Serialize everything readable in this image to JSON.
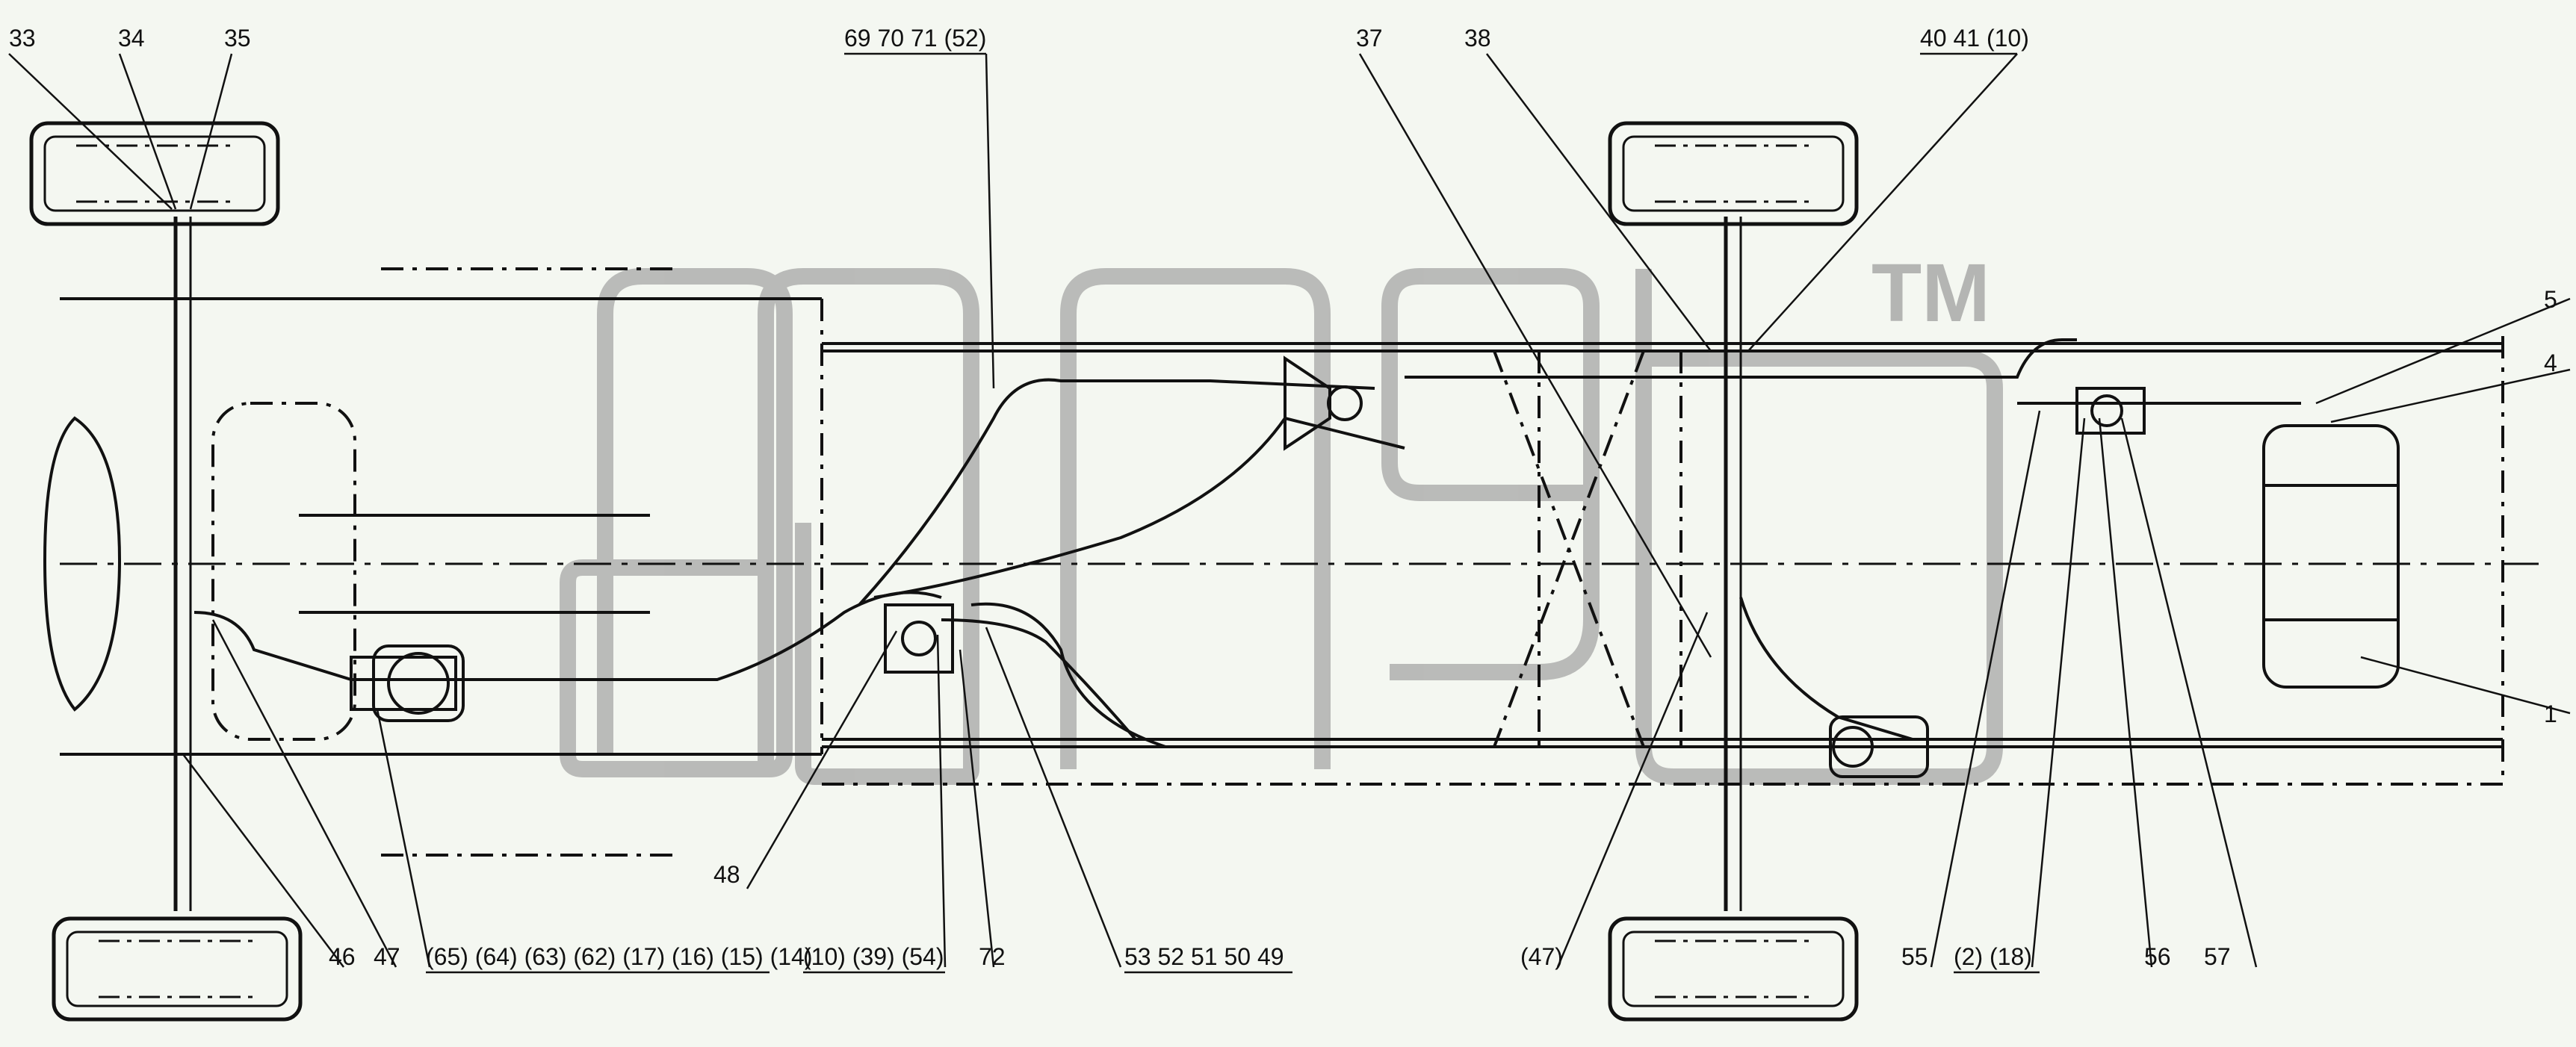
{
  "watermark": {
    "brand": "",
    "tm": "TM"
  },
  "callouts": [
    {
      "id": "c33",
      "label": "33"
    },
    {
      "id": "c34",
      "label": "34"
    },
    {
      "id": "c35",
      "label": "35"
    },
    {
      "id": "c6970",
      "label": "69 70 71 (52)"
    },
    {
      "id": "c37",
      "label": "37"
    },
    {
      "id": "c38",
      "label": "38"
    },
    {
      "id": "c4041",
      "label": "40 41 (10)"
    },
    {
      "id": "c5",
      "label": "5"
    },
    {
      "id": "c4",
      "label": "4"
    },
    {
      "id": "c1",
      "label": "1"
    },
    {
      "id": "c48",
      "label": "48"
    },
    {
      "id": "c46",
      "label": "46"
    },
    {
      "id": "c47",
      "label": "47"
    },
    {
      "id": "c65",
      "label": "(65) (64) (63) (62) (17) (16) (15) (14)"
    },
    {
      "id": "c10",
      "label": "(10) (39) (54)"
    },
    {
      "id": "c72",
      "label": "72"
    },
    {
      "id": "c53",
      "label": "53 52 51 50 49"
    },
    {
      "id": "c47b",
      "label": "(47)"
    },
    {
      "id": "c55",
      "label": "55"
    },
    {
      "id": "c2",
      "label": "(2) (18)"
    },
    {
      "id": "c56",
      "label": "56"
    },
    {
      "id": "c57",
      "label": "57"
    }
  ]
}
